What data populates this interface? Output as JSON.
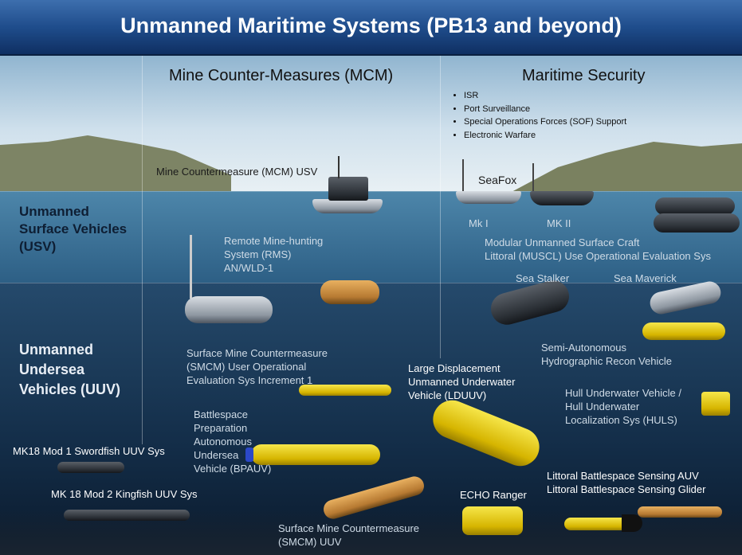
{
  "title": "Unmanned Maritime Systems (PB13 and beyond)",
  "columns": {
    "mcm": "Mine Counter-Measures (MCM)",
    "security": "Maritime Security"
  },
  "security_bullets": [
    "ISR",
    "Port Surveillance",
    "Special Operations Forces (SOF) Support",
    "Electronic Warfare"
  ],
  "rows": {
    "usv": [
      "Unmanned",
      "Surface Vehicles",
      "(USV)"
    ],
    "uuv": [
      "Unmanned",
      "Undersea",
      "Vehicles (UUV)"
    ]
  },
  "labels": {
    "mcm_usv": "Mine Countermeasure (MCM) USV",
    "seafox": "SeaFox",
    "mk1": "Mk I",
    "mk2": "MK II",
    "rms": [
      "Remote Mine-hunting",
      "System (RMS)",
      "AN/WLD-1"
    ],
    "muscl": [
      "Modular Unmanned Surface Craft",
      "Littoral (MUSCL) Use Operational Evaluation Sys"
    ],
    "sea_stalker": "Sea Stalker",
    "sea_maverick": "Sea Maverick",
    "smcm_uoes": [
      "Surface Mine Countermeasure",
      "(SMCM) User Operational",
      "Evaluation  Sys Increment 1"
    ],
    "semi_auto": [
      "Semi-Autonomous",
      "Hydrographic Recon Vehicle"
    ],
    "lduuv": [
      "Large Displacement",
      "Unmanned Underwater",
      "Vehicle (LDUUV)"
    ],
    "huls": [
      "Hull Underwater Vehicle /",
      "Hull Underwater",
      "Localization Sys (HULS)"
    ],
    "bpauv": [
      "Battlespace",
      "Preparation",
      "Autonomous",
      "Undersea",
      "Vehicle (BPAUV)"
    ],
    "swordfish": "MK18 Mod 1 Swordfish UUV Sys",
    "kingfish": "MK 18 Mod 2 Kingfish UUV Sys",
    "echo": "ECHO Ranger",
    "lbs": [
      "Littoral Battlespace Sensing  AUV",
      "Littoral Battlespace  Sensing Glider"
    ],
    "smcm_uuv": [
      "Surface Mine Countermeasure",
      "(SMCM) UUV"
    ]
  }
}
